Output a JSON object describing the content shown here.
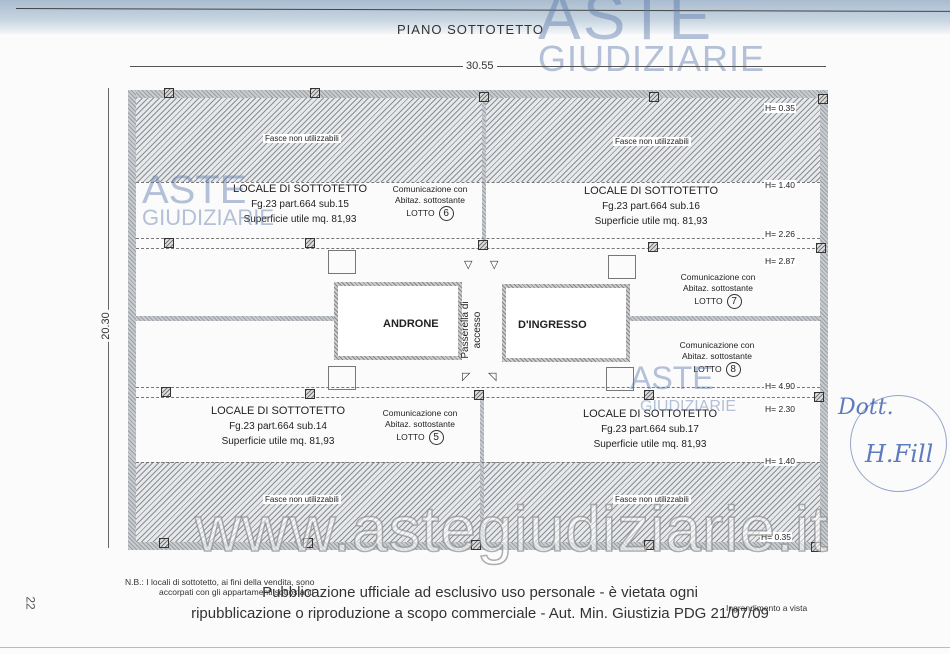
{
  "drawing": {
    "title": "PIANO SOTTOTETTO",
    "width_dim": "30.55",
    "height_dim": "20.30",
    "unusable_label": "Fasce non utilizzabili",
    "rooms": [
      {
        "name": "LOCALE DI SOTTOTETTO",
        "cadastral": "Fg.23 part.664 sub.15",
        "area": "Superficie utile mq. 81,93"
      },
      {
        "name": "LOCALE DI SOTTOTETTO",
        "cadastral": "Fg.23 part.664 sub.16",
        "area": "Superficie utile mq. 81,93"
      },
      {
        "name": "LOCALE DI SOTTOTETTO",
        "cadastral": "Fg.23 part.664 sub.14",
        "area": "Superficie utile mq. 81,93"
      },
      {
        "name": "LOCALE DI SOTTOTETTO",
        "cadastral": "Fg.23 part.664 sub.17",
        "area": "Superficie utile mq. 81,93"
      }
    ],
    "communications": [
      {
        "line1": "Comunicazione con",
        "line2": "Abitaz. sottostante",
        "lotto": "LOTTO",
        "number": "6"
      },
      {
        "line1": "Comunicazione con",
        "line2": "Abitaz. sottostante",
        "lotto": "LOTTO",
        "number": "7"
      },
      {
        "line1": "Comunicazione con",
        "line2": "Abitaz. sottostante",
        "lotto": "LOTTO",
        "number": "8"
      },
      {
        "line1": "Comunicazione con",
        "line2": "Abitaz. sottostante",
        "lotto": "LOTTO",
        "number": "5"
      }
    ],
    "heights": {
      "h1": "H= 0.35",
      "h2": "H= 1.40",
      "h3": "H= 2.26",
      "h4": "H= 2.87",
      "h5": "H= 4.90",
      "h6": "H= 2.30",
      "h7": "H= 1.40",
      "h8": "H= 0.35"
    },
    "hall_left": "ANDRONE",
    "hall_right": "D'INGRESSO",
    "passage_line1": "Passerella di",
    "passage_line2": "accesso"
  },
  "footer": {
    "note_line1": "N.B.:  I locali di sottotetto, ai fini della vendita, sono",
    "note_line2": "accorpati con gli appartamenti sottostanti",
    "scale": "Ingrandimento a vista",
    "page_number": "22",
    "publication_line1": "Pubblicazione ufficiale ad esclusivo uso personale - è vietata ogni",
    "publication_line2": "ripubblicazione o riproduzione a scopo commerciale - Aut. Min. Giustizia PDG 21/07/09"
  },
  "watermark": {
    "brand_top": "ASTE",
    "brand_bottom": "GIUDIZIARIE",
    "url": "www.astegiudiziarie.it"
  },
  "stamp": {
    "signature": "Dott.",
    "initials": "H.Fill"
  }
}
